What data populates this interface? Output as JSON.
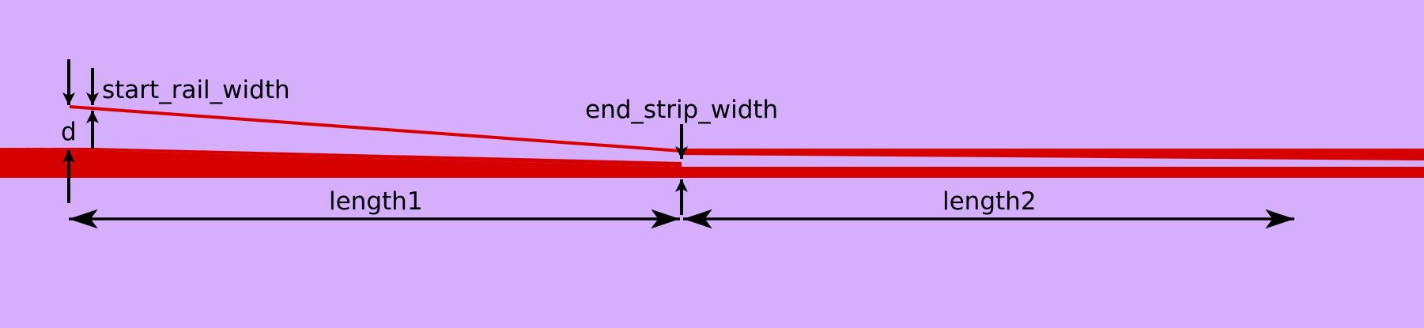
{
  "colors": {
    "background": "#d5aefc",
    "waveguide": "#d60000",
    "annotation": "#000000"
  },
  "labels": {
    "start_rail_width": "start_rail_width",
    "d": "d",
    "end_strip_width": "end_strip_width",
    "length1": "length1",
    "length2": "length2"
  }
}
